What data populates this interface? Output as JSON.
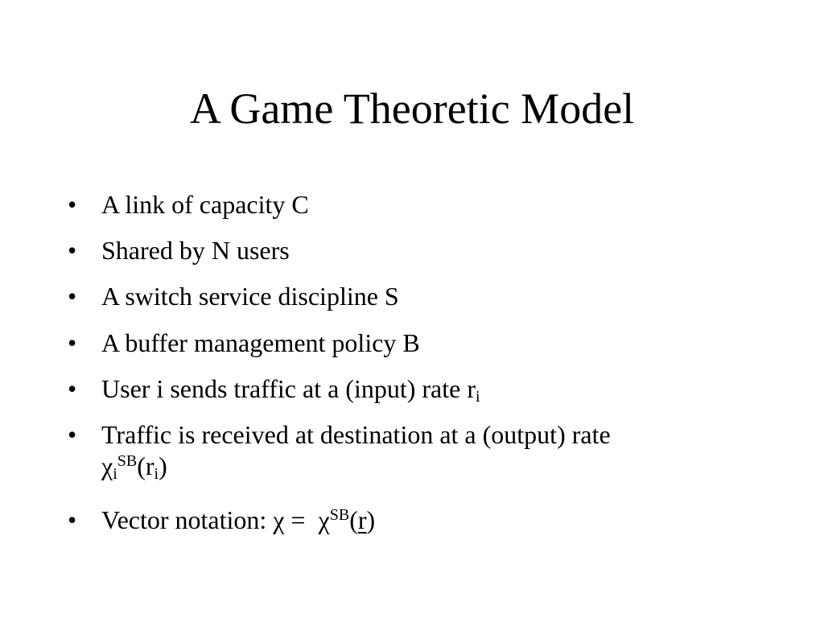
{
  "slide": {
    "title": "A Game Theoretic Model",
    "bullet_symbol": "•",
    "bullets": [
      {
        "text": "A link of capacity C"
      },
      {
        "text": "Shared by N users"
      },
      {
        "text": "A switch service discipline S"
      },
      {
        "text": "A buffer management policy B"
      },
      {
        "text": "User i sends traffic at a (input) rate r",
        "sub": "i"
      },
      {
        "text": "Traffic is received at destination at a (output) rate",
        "line2": {
          "chi": "χ",
          "sub": "i",
          "sup": "SB",
          "open": "(r",
          "inner_sub": "i",
          "close": ")"
        }
      },
      {
        "text": "Vector notation: ",
        "chi1": "χ",
        "eq": " =  ",
        "chi2": "χ",
        "sup": "SB",
        "open": "(",
        "r": "r",
        "close": ")"
      }
    ]
  }
}
